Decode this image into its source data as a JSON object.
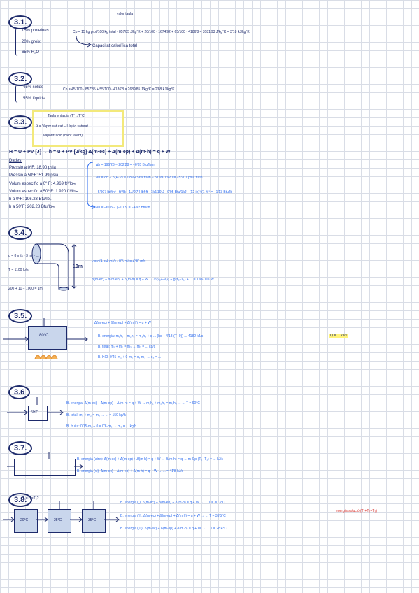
{
  "s31": {
    "label": "3.1.",
    "items": [
      "15% proteïnes",
      "20% greix",
      "65% H₂O"
    ],
    "note_top": "valor taula",
    "eq": "Cp = 15 kg prot/100 kg total · 857'85 J/kg°K + 20/100 · 1674'92 + 65/100 · 4186'8 = 3181'93 J/kg°K = 3'18 kJ/kg°K",
    "caption": "Capacitat calorífica total"
  },
  "s32": {
    "label": "3.2.",
    "items": [
      "45% sòlids",
      "55% líquids"
    ],
    "eq": "Cp = 45/100 · 857'85 + 55/100 · 4186'8 = 2689'85 J/kg°K = 2'68 kJ/kg°K"
  },
  "s33": {
    "label": "3.3.",
    "box_title": "Taula entalpia (T°→T°C)",
    "box_line1": "λ = Vapor saturat − Líquid saturat",
    "box_line2": "vaporització (calor latent)",
    "main_eq": "H = U + PV [J] → h = u + PV [J/kg]   Δ(m·ec) + Δ(m·ep) + Δ(m·h) = q + W",
    "dades_title": "Dades:",
    "dades": [
      "Pressió a 0ºF: 18.90 psia",
      "Pressió a 50ºF: 51.99 psia",
      "Volum específic a 0º F: 4.969 ft³/lbₘ",
      "Volum específic a 50º F: 1.920 ft³/lbₘ",
      "h a 0ºF: 196.23 Btu/lbₘ",
      "h a 50ºF: 202.28 Btu/lbₘ"
    ],
    "line_dh": "Δh = 196'23 − 202'28 = −6'05 Btu/lbm",
    "line_du": "Δu = Δh − Δ(P·V) = 1'89·4'969 ft³/lb − 51'99·1'920 = −5'907 psia ft³/lb",
    "line_conv": "−5'907 lbf/in² · ft³/lb · 1J/0'74 lbf·ft · 1kJ/10³J · 0'95 Btu/1kJ · (12 in)²/(1 ft)² = −1'13 Btu/lb",
    "line_res": "Δu = −6'05 − (−1'13) = −4'92 Btu/lb"
  },
  "s34": {
    "label": "3.4.",
    "height": "10m",
    "side_a": "q = 8 m/s · 3 m² · ...",
    "side_b": "T = 1100 lb/s",
    "side_c": "200 + 11 − 1000 = 1m",
    "eq1": "v = q/A = 4 m³/s / 0'5 m² = 4'90 m/s",
    "eq2": "Δ(m·ec) + Δ(m·ep) + Δ(m·h) = q + W → ½(v₂²−v₁²) + g(z₂−z₁) + ... = 1'96·10⁴ W"
  },
  "s35": {
    "label": "3.5.",
    "temp": "80°C",
    "title_line": "Δ(m·ec) + Δ(m·ep) + Δ(m·h) = q + W",
    "line_energia": "B. energia: m₁h₁ + m₂h₂ = m₃h₃ + q ... (hs − 4'18·(T−0)) ... 4182 kJ/s",
    "line_total": "B. total: m₁ + m₂ = m₃ → m₃ = ... kg/s",
    "line_kcl": "B. KCl: 0'45·m₁ + 0·m₂ = x₃·m₃ → x₃ = ...",
    "result": "Q = ... kJ/s"
  },
  "s36": {
    "label": "3.6",
    "box": "60ºC",
    "line_energia": "B. energia: Δ(m·ec) + Δ(m·ep) + Δ(m·h) = q + W → m₁h₁ + m₂h₂ = m₃h₃ → ... T = 60°C",
    "line_total": "B. total: m₁ + m₂ = m₃ → ... = 150 kg/h",
    "line_fruita": "B. fruita: 0'15·m₁ + 0 = 0'6·m₃ → m₃ = ... kg/h"
  },
  "s37": {
    "label": "3.7.",
    "line1": "B. energia (aire): Δ(m·ec) + Δ(m·ep) + Δ(m·h) = q + W → Δ(m·h) = q → m·Cp·(T₂−T₁) = ... kJ/s",
    "line2": "B. energia (vi): Δ(m·ec) + Δ(m·ep) + Δ(m·h) = q + W → ... = 41'8 kJ/s"
  },
  "s38": {
    "label": "3.8.",
    "top": "T₁=T₂=T₃?",
    "tanks": [
      "20°C",
      "25°C",
      "35°C"
    ],
    "line1": "B. energia (I): Δ(m·ec) + Δ(m·ep) + Δ(m·h) = q + W → ... T = 30'3°C",
    "line2": "B. energia (II): Δ(m·ec) + Δ(m·ep) + Δ(m·h) = q + W → ... T = 35'5°C",
    "line3": "B. energia (III): Δ(m·ec) + Δ(m·ep) + Δ(m·h) = q + W → ... T = 28'4°C",
    "note_red": "energia solució (T₁+T₂+T₃)"
  }
}
